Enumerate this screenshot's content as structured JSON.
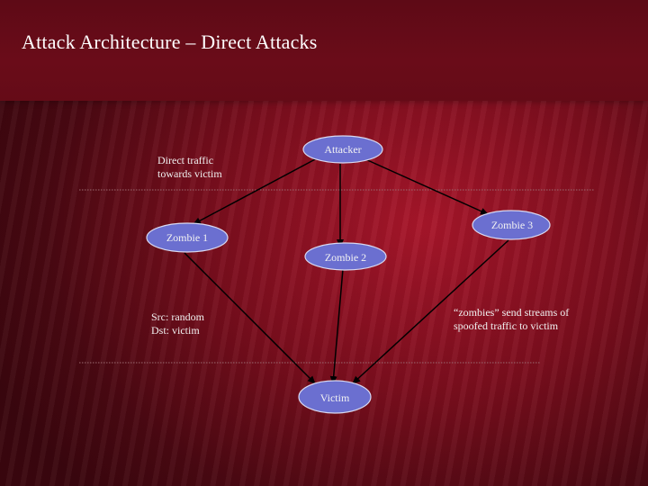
{
  "title": "Attack Architecture – Direct Attacks",
  "nodes": {
    "attacker": "Attacker",
    "zombie1": "Zombie 1",
    "zombie2": "Zombie 2",
    "zombie3": "Zombie 3",
    "victim": "Victim"
  },
  "notes": {
    "direct_traffic": [
      "Direct traffic",
      "towards victim"
    ],
    "src_dst": [
      "Src: random",
      "Dst: victim"
    ],
    "zombies_send": [
      "“zombies” send streams of",
      "spoofed traffic to victim"
    ]
  },
  "colors": {
    "node_fill": "#6b6fd0",
    "node_stroke": "#d8d8f0",
    "arrow": "#000000",
    "dotted_line": "#9a6a70",
    "title_text": "#ffffff"
  }
}
